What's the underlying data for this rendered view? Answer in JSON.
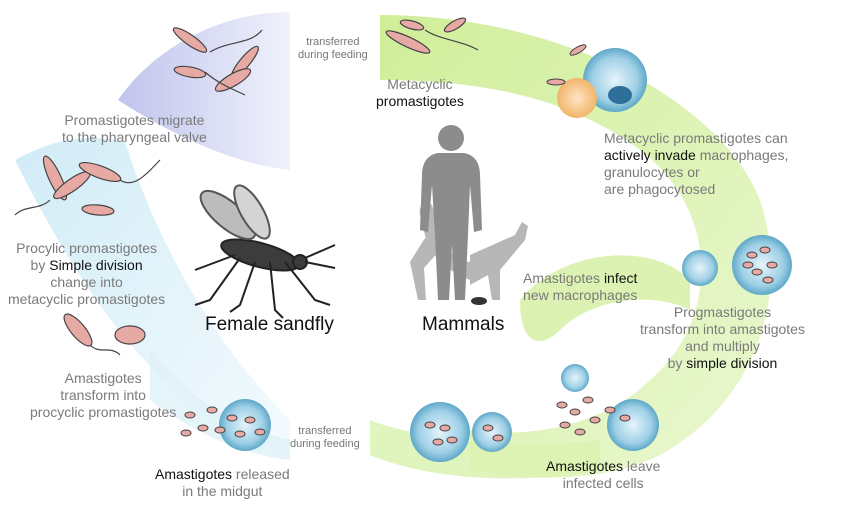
{
  "colors": {
    "sandfly_arc_blue": "#c7cbef",
    "sandfly_arc_lightblue": "#cfeaf6",
    "mammal_arc_green": "#d3ef9c",
    "macrophage_blue": "#8fc8e0",
    "granulocyte_orange": "#f6c98c",
    "parasite_pink": "#e7a9a4",
    "silhouette_gray": "#8c8c8c"
  },
  "hosts": {
    "sandfly": "Female sandfly",
    "mammals": "Mammals"
  },
  "transfer_top": {
    "line1": "transferred",
    "line2": "during feeding"
  },
  "transfer_bottom": {
    "line1": "transferred",
    "line2": "during feeding"
  },
  "stages": {
    "pharyngeal": {
      "line1": "Promastigotes migrate",
      "line2": "to the pharyngeal valve"
    },
    "procyclic": {
      "line1": "Procylic promastigotes",
      "line2_pre": "by ",
      "line2_key": "Simple division",
      "line3": "change into",
      "line4": "metacyclic promastigotes"
    },
    "transform_procyclic": {
      "line1": "Amastigotes",
      "line2": "transform into",
      "line3": "procyclic promastigotes"
    },
    "midgut": {
      "key": "Amastigotes",
      "rest": " released",
      "line2": "in the midgut"
    },
    "metacyclic": {
      "line1": "Metacyclic",
      "key": "promastigotes"
    },
    "invade": {
      "line1": "Metacyclic promastigotes can",
      "key": "actively invade",
      "line2_rest": " macrophages,",
      "line3": "granulocytes or",
      "line4": "are phagocytosed"
    },
    "infect": {
      "pre": "Amastigotes ",
      "key": "infect",
      "line2": "new macrophages"
    },
    "multiply": {
      "line1": "Progmastigotes",
      "line2": "transform into amastigotes",
      "line3": "and multiply",
      "pre": "by ",
      "key": "simple division"
    },
    "leave": {
      "key": "Amastigotes",
      "rest": " leave",
      "line2": "infected cells"
    }
  }
}
